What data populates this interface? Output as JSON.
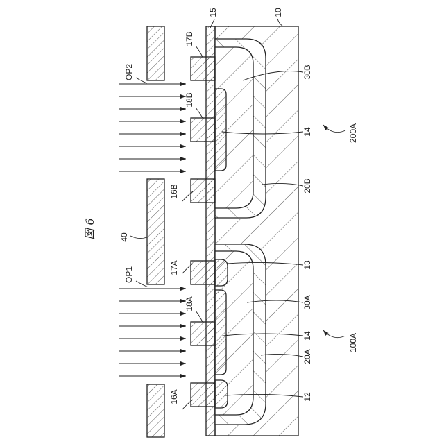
{
  "figure": {
    "title": "図 6"
  },
  "labels": {
    "l10": "10",
    "l15": "15",
    "l17B": "17B",
    "l18B": "18B",
    "l16B": "16B",
    "l17A": "17A",
    "l18A": "18A",
    "l16A": "16A",
    "op2": "OP2",
    "op1": "OP1",
    "l40": "40",
    "l30B": "30B",
    "l14a": "14",
    "l20B": "20B",
    "l200A": "200A",
    "l13": "13",
    "l30A": "30A",
    "l14b": "14",
    "l20A": "20A",
    "l12": "12",
    "l100A": "100A"
  },
  "colors": {
    "line": "#222222",
    "background": "#ffffff"
  }
}
